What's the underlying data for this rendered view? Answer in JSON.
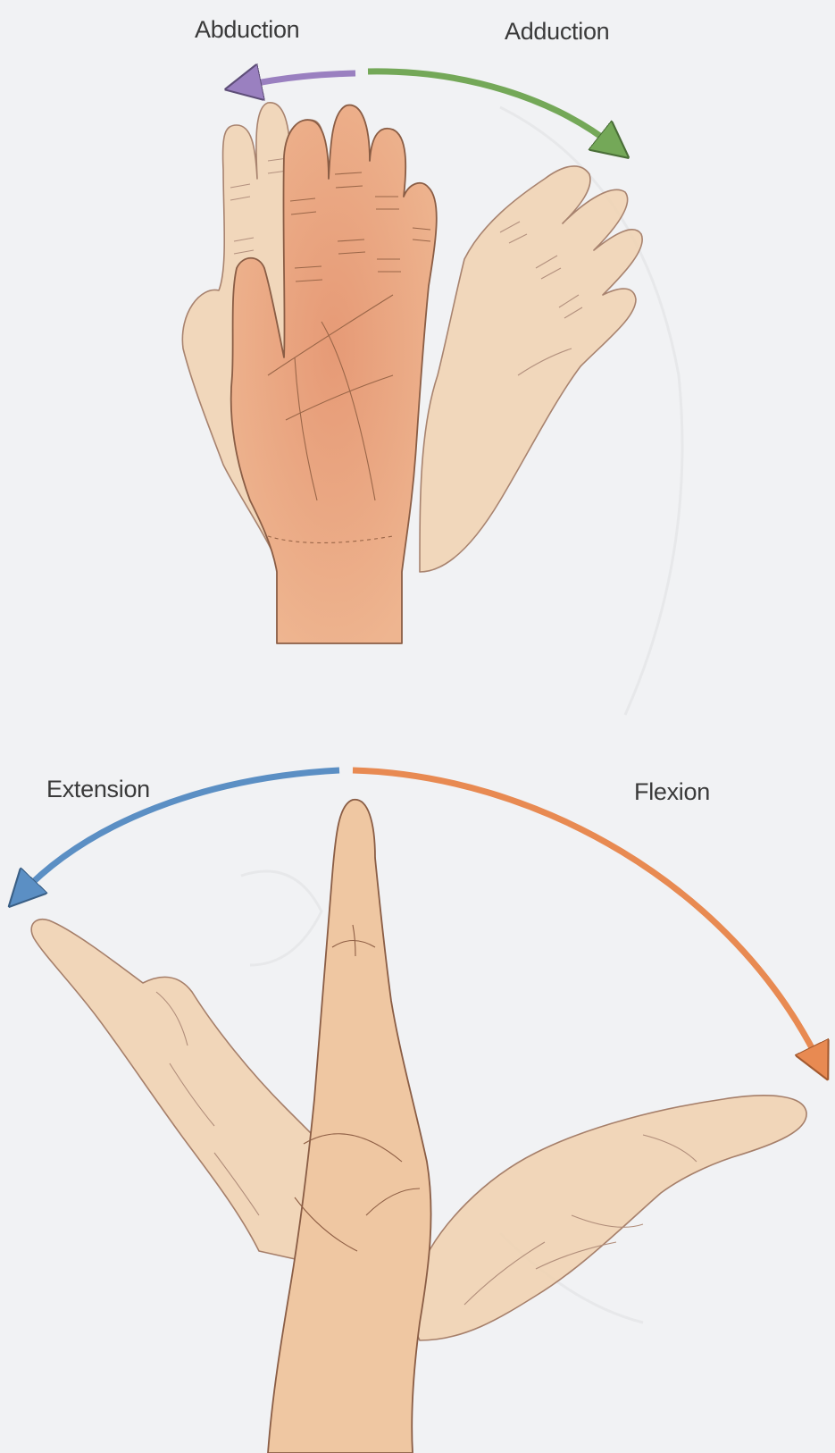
{
  "labels": {
    "abduction": "Abduction",
    "adduction": "Adduction",
    "extension": "Extension",
    "flexion": "Flexion"
  },
  "colors": {
    "background": "#f1f2f4",
    "skin_light": "#f0cda6",
    "skin_mid": "#eab893",
    "skin_dark": "#e39f76",
    "outline": "#8a5d45",
    "abduction_arrow": "#9a80c0",
    "adduction_arrow": "#74a858",
    "extension_arrow": "#5b8fc4",
    "flexion_arrow": "#e88a52"
  }
}
